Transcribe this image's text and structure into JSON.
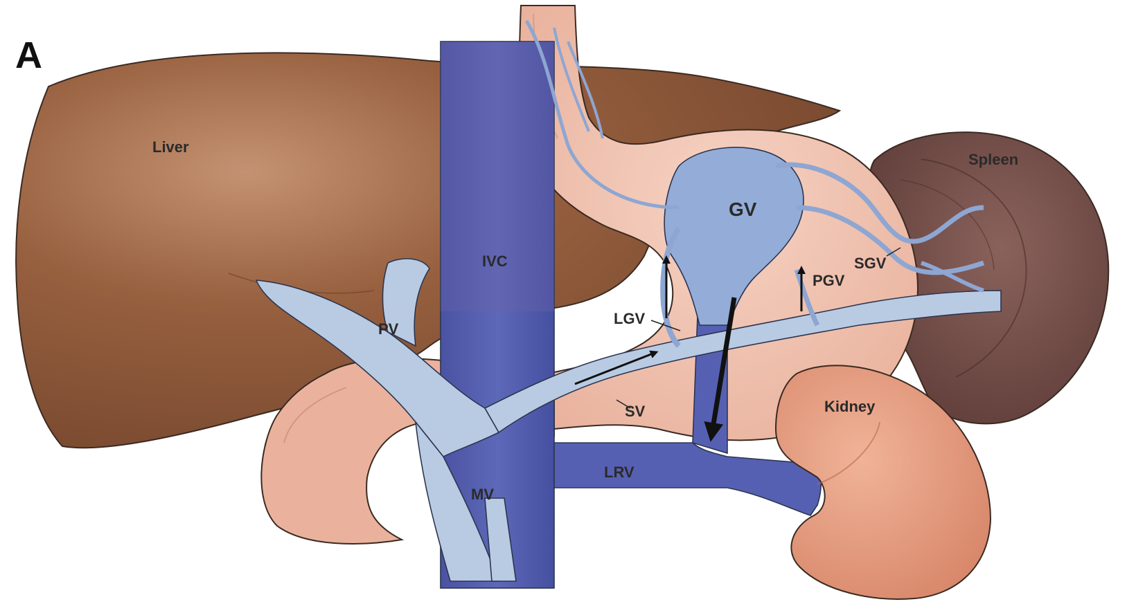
{
  "figure": {
    "panel_label": "A",
    "labels": {
      "liver": "Liver",
      "spleen": "Spleen",
      "gv": "GV",
      "ivc": "IVC",
      "sgv": "SGV",
      "pgv": "PGV",
      "lgv": "LGV",
      "pv": "PV",
      "sv": "SV",
      "kidney": "Kidney",
      "lrv": "LRV",
      "mv": "MV"
    }
  },
  "colors": {
    "liver": "#8e5a3c",
    "liver_highlight": "#b07a58",
    "spleen": "#6e4a45",
    "stomach": "#f0c2b0",
    "pancreas": "#e9ab96",
    "kidney": "#e19a7c",
    "systemic_vein": "#5560b0",
    "portal_vein": "#b4c6de",
    "varix": "#8fa8d6",
    "arrow": "#111111"
  }
}
